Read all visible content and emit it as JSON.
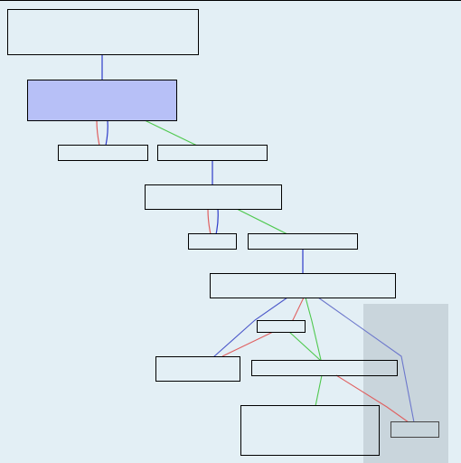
{
  "colors": {
    "background": "#e3eff5",
    "node_border": "#000000",
    "node_fill": "#e3eff5",
    "selected_fill": "#b7c0f7",
    "highlight_region": "#a8b6be",
    "edge_blue": "#2e3bc9",
    "edge_red": "#e06060",
    "edge_green": "#4fc94f",
    "edge_blue_light": "#6d78cc"
  },
  "diagram": {
    "nodes": [
      {
        "id": "n1"
      },
      {
        "id": "n2",
        "selected": true
      },
      {
        "id": "n3"
      },
      {
        "id": "n4"
      },
      {
        "id": "n5"
      },
      {
        "id": "n6"
      },
      {
        "id": "n7"
      },
      {
        "id": "n8"
      },
      {
        "id": "n9"
      },
      {
        "id": "n10"
      },
      {
        "id": "n11"
      },
      {
        "id": "n12"
      },
      {
        "id": "n13"
      }
    ],
    "edges": [
      {
        "from": "n1",
        "to": "n2",
        "color": "blue"
      },
      {
        "from": "n2",
        "to": "n3",
        "color": "red"
      },
      {
        "from": "n2",
        "to": "n3",
        "color": "blue"
      },
      {
        "from": "n2",
        "to": "n4",
        "color": "green"
      },
      {
        "from": "n4",
        "to": "n5",
        "color": "blue"
      },
      {
        "from": "n5",
        "to": "n6",
        "color": "red"
      },
      {
        "from": "n5",
        "to": "n6",
        "color": "blue"
      },
      {
        "from": "n5",
        "to": "n7",
        "color": "green"
      },
      {
        "from": "n7",
        "to": "n8",
        "color": "blue"
      },
      {
        "from": "n8",
        "to": "n10",
        "color": "blue"
      },
      {
        "from": "n8",
        "to": "n10",
        "color": "red"
      },
      {
        "from": "n8",
        "to": "n11",
        "color": "green"
      },
      {
        "from": "n8",
        "to": "n11",
        "color": "green"
      },
      {
        "from": "n8",
        "to": "n13",
        "color": "blue"
      },
      {
        "from": "n11",
        "to": "n13",
        "color": "red"
      },
      {
        "from": "n11",
        "to": "n12",
        "color": "green"
      }
    ]
  }
}
